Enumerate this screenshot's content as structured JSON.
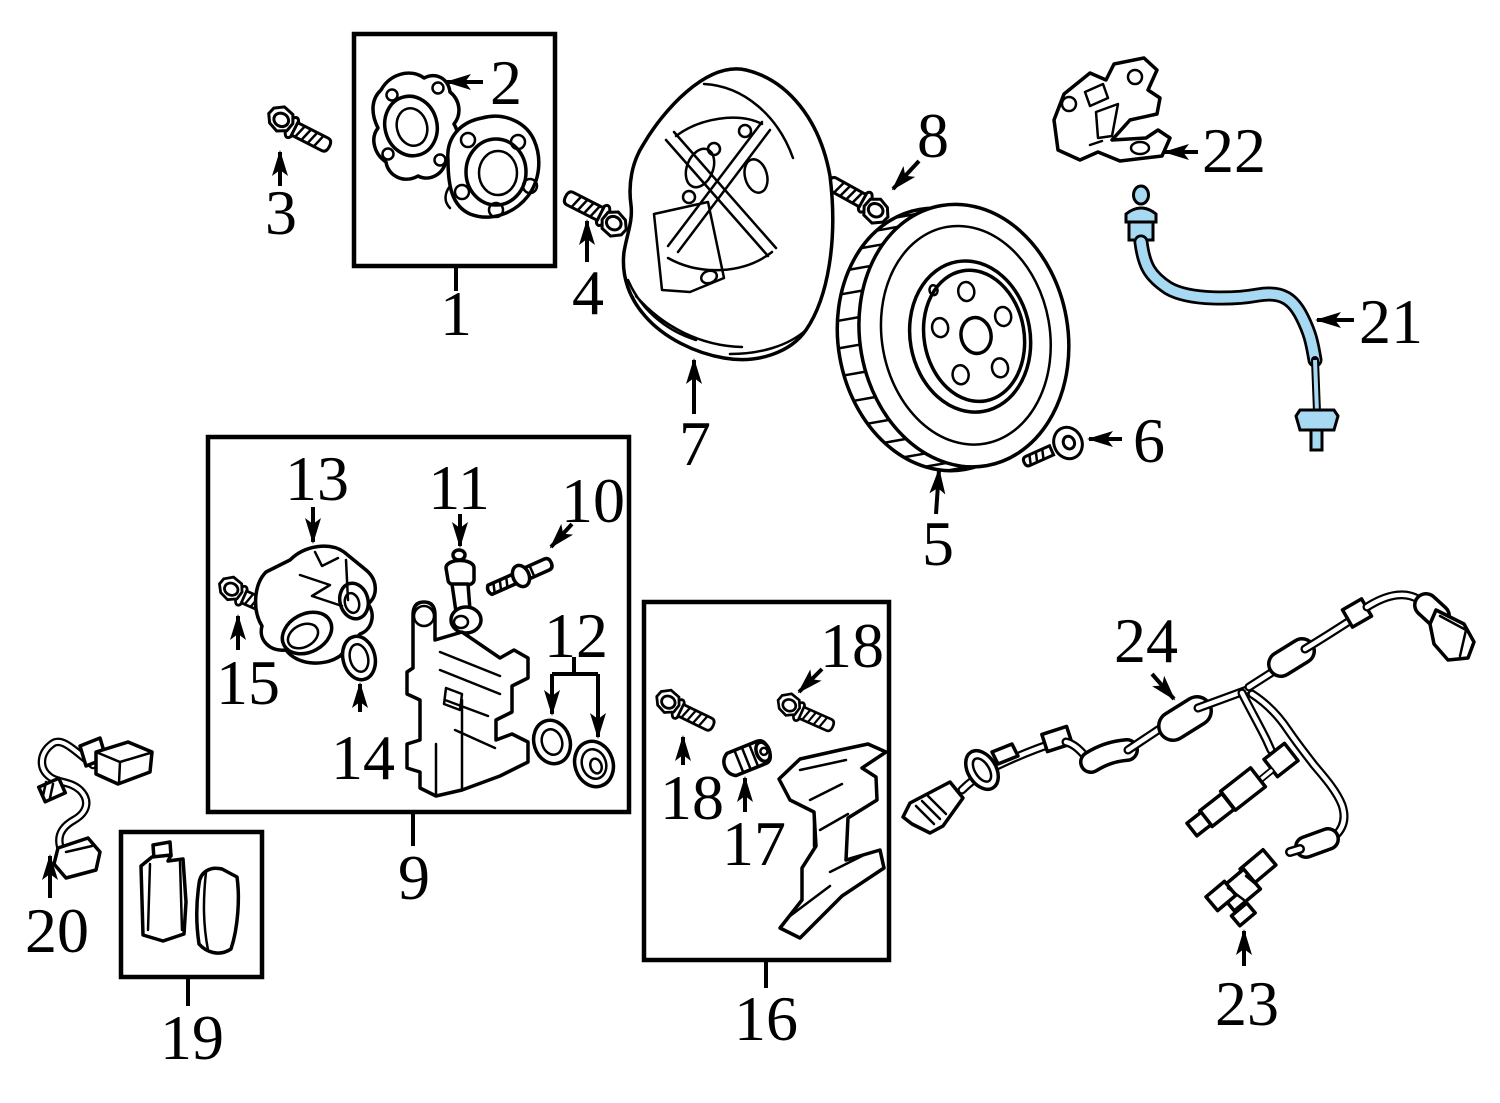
{
  "diagram": {
    "background_color": "#ffffff",
    "line_color": "#000000",
    "highlight_color": "#a7d9f2",
    "highlighted_callout": "21",
    "callouts": [
      {
        "label": "1"
      },
      {
        "label": "2"
      },
      {
        "label": "3"
      },
      {
        "label": "4"
      },
      {
        "label": "5"
      },
      {
        "label": "6"
      },
      {
        "label": "7"
      },
      {
        "label": "8"
      },
      {
        "label": "9"
      },
      {
        "label": "10"
      },
      {
        "label": "11"
      },
      {
        "label": "12"
      },
      {
        "label": "13"
      },
      {
        "label": "14"
      },
      {
        "label": "15"
      },
      {
        "label": "16"
      },
      {
        "label": "17"
      },
      {
        "label": "18"
      },
      {
        "label": "18"
      },
      {
        "label": "19"
      },
      {
        "label": "20"
      },
      {
        "label": "21"
      },
      {
        "label": "22"
      },
      {
        "label": "23"
      },
      {
        "label": "24"
      }
    ]
  }
}
